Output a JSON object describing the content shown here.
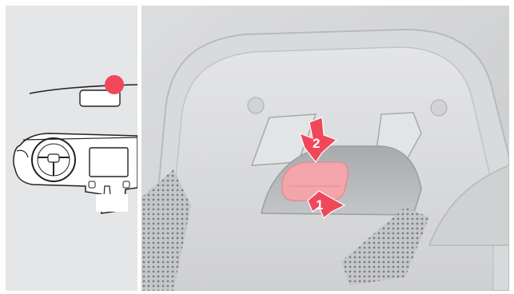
{
  "callouts": {
    "step_1": "1",
    "step_2": "2"
  },
  "colors": {
    "highlight": "#f0485a",
    "button": "#f2a6ac",
    "panel_bg": "#e5e6e7",
    "detail_bg": "#d6d7d8"
  },
  "icons": {
    "marker": "red-dot-location-marker",
    "arrow": "pointing-arrow"
  }
}
